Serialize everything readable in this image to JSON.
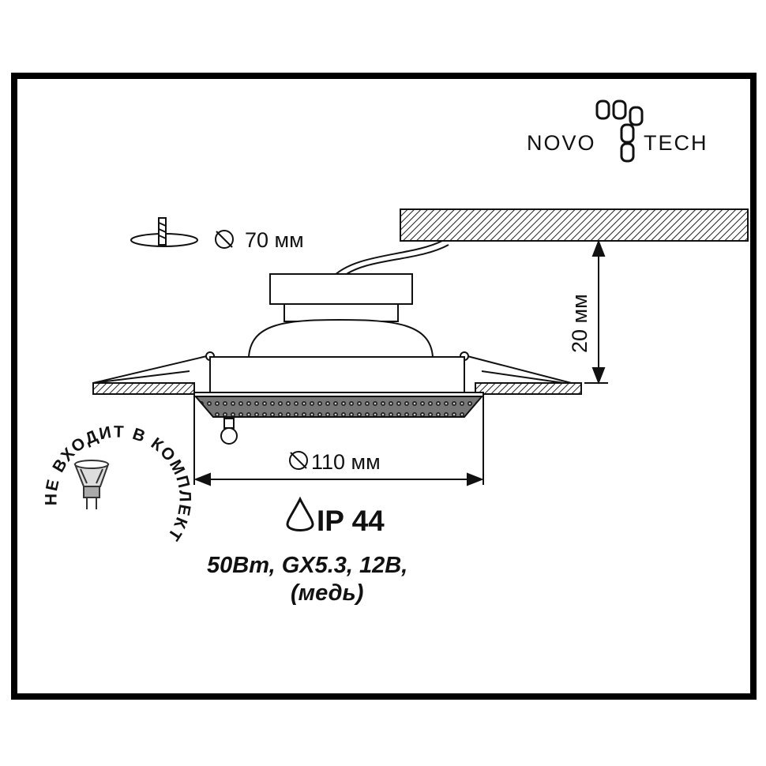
{
  "brand": {
    "name_left": "NOVO",
    "name_right": "TECH"
  },
  "cutout": {
    "label": "70 мм"
  },
  "height": {
    "label": "20 мм"
  },
  "width": {
    "label": "110 мм"
  },
  "protection": {
    "label": "IP 44"
  },
  "specs": {
    "line1": "50Вт, GX5.3, 12В,",
    "line2": "(медь)"
  },
  "lamp_note": {
    "text": "НЕ ВХОДИТ В КОМПЛЕКТ"
  },
  "colors": {
    "line": "#111111",
    "frame": "#000000",
    "background": "#ffffff"
  }
}
